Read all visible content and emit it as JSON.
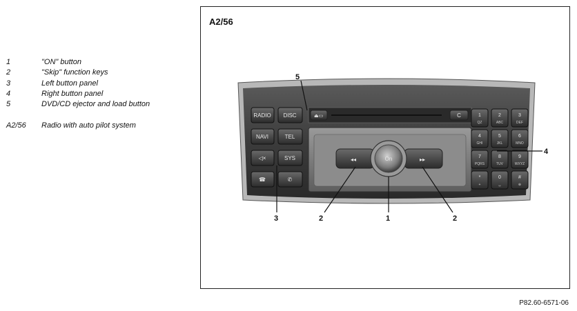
{
  "legend": [
    {
      "num": "1",
      "text": "\"ON\" button"
    },
    {
      "num": "2",
      "text": "\"Skip\" function keys"
    },
    {
      "num": "3",
      "text": "Left button panel"
    },
    {
      "num": "4",
      "text": "Right button panel"
    },
    {
      "num": "5",
      "text": "DVD/CD ejector and load button"
    },
    {
      "num": "A2/56",
      "text": "Radio with auto pilot system"
    }
  ],
  "figure": {
    "title": "A2/56",
    "reference": "P82.60-6571-06",
    "callouts": {
      "c1": "1",
      "c2a": "2",
      "c2b": "2",
      "c3": "3",
      "c4": "4",
      "c5": "5"
    }
  },
  "panel": {
    "left_buttons": {
      "radio": "RADIO",
      "disc": "DISC",
      "navi": "NAVI",
      "tel": "TEL",
      "sys": "SYS"
    },
    "center": {
      "on": "On",
      "clear": "C"
    },
    "keypad": [
      {
        "digit": "1",
        "sub": "QZ"
      },
      {
        "digit": "2",
        "sub": "ABC"
      },
      {
        "digit": "3",
        "sub": "DEF"
      },
      {
        "digit": "4",
        "sub": "GHI"
      },
      {
        "digit": "5",
        "sub": "JKL"
      },
      {
        "digit": "6",
        "sub": "MNO"
      },
      {
        "digit": "7",
        "sub": "PQRS"
      },
      {
        "digit": "8",
        "sub": "TUV"
      },
      {
        "digit": "9",
        "sub": "WXYZ"
      },
      {
        "digit": "*",
        "sub": "+"
      },
      {
        "digit": "0",
        "sub": "␣"
      },
      {
        "digit": "#",
        "sub": "⊕"
      }
    ]
  }
}
